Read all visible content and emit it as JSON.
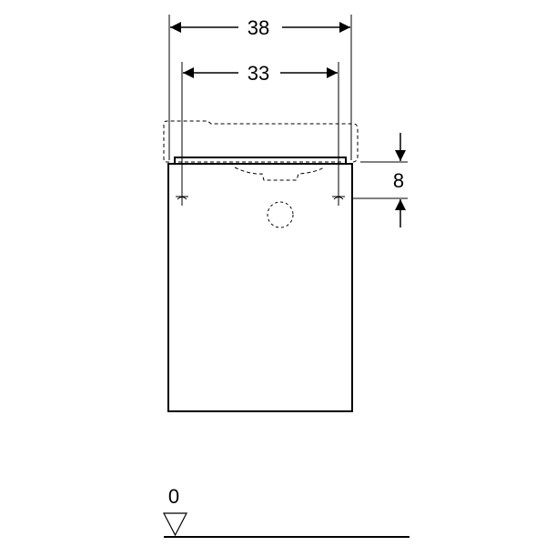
{
  "dimensions": {
    "overall_width": "38",
    "mounting_width": "33",
    "mounting_height_offset": "8",
    "floor_level": "0"
  },
  "colors": {
    "line": "#000000",
    "background": "#ffffff"
  }
}
